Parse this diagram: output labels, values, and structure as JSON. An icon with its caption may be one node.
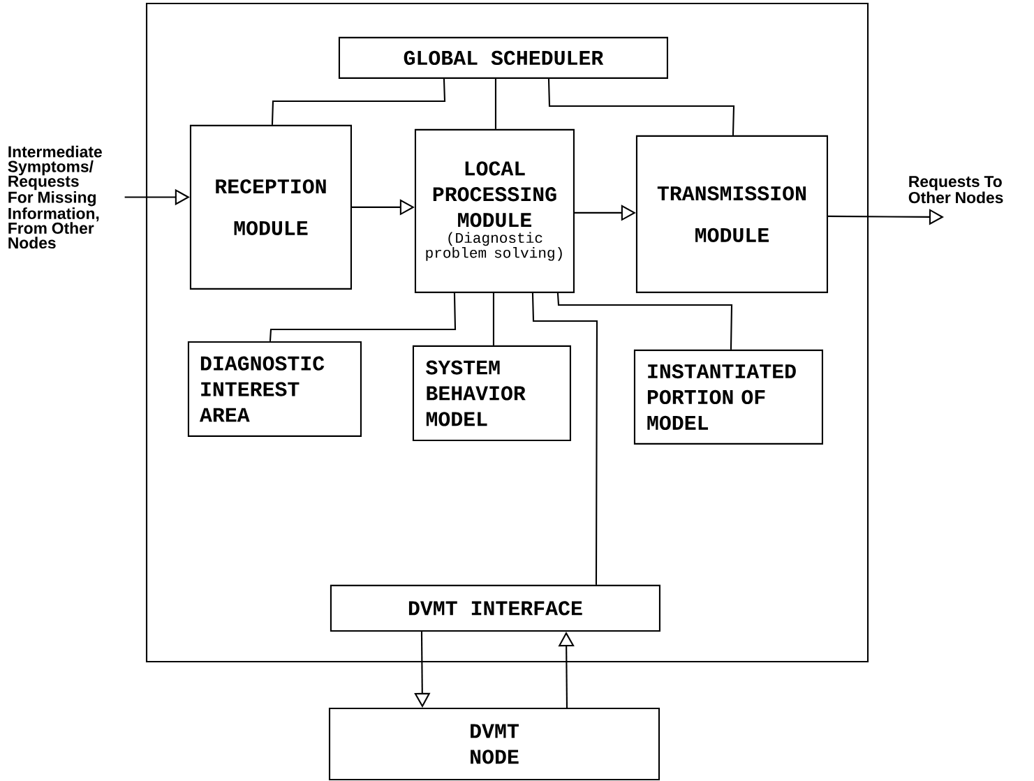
{
  "diagram": {
    "nodes": [
      {
        "text": [],
        "shape": "box"
      },
      {
        "text": [
          "GLOBAL SCHEDULER"
        ],
        "in": 0
      },
      {
        "text": [
          "RECEPTION MODULE"
        ],
        "in": 0
      },
      {
        "text": [
          "LOCAL PROCESSING MODULE",
          "(Diagnostic problem solving)"
        ],
        "in": 0
      },
      {
        "text": [
          "TRANSMISSION MODULE"
        ],
        "in": 0
      },
      {
        "text": [
          "DIAGNOSTIC INTEREST AREA"
        ],
        "in": 0
      },
      {
        "text": [
          "SYSTEM BEHAVIOR MODEL"
        ],
        "in": 0
      },
      {
        "text": [
          "INSTANTIATED PORTION OF MODEL"
        ],
        "in": 0
      },
      {
        "text": [
          "DVMT INTERFACE"
        ],
        "in": 0
      },
      {
        "text": [
          "DVMT NODE"
        ]
      },
      {
        "text": [
          "Intermediate Symptoms/ Requests For Missing Information, From Other Nodes"
        ]
      },
      {
        "text": [
          "Requests To Other Nodes"
        ]
      }
    ],
    "edges": [
      {
        "from": 10,
        "to": 2,
        "arrow": "to"
      },
      {
        "from": 2,
        "to": 3,
        "arrow": "to"
      },
      {
        "from": 3,
        "to": 4,
        "arrow": "to"
      },
      {
        "from": 4,
        "to": 11,
        "arrow": "to"
      },
      {
        "from": 1,
        "to": 2,
        "arrow": "none"
      },
      {
        "from": 1,
        "to": 3,
        "arrow": "none"
      },
      {
        "from": 1,
        "to": 4,
        "arrow": "none"
      },
      {
        "from": 3,
        "to": 5,
        "arrow": "none"
      },
      {
        "from": 3,
        "to": 6,
        "arrow": "none"
      },
      {
        "from": 3,
        "to": 7,
        "arrow": "none"
      },
      {
        "from": 3,
        "to": 8,
        "arrow": "none"
      },
      {
        "from": 8,
        "to": 9,
        "arrow": "to"
      },
      {
        "from": 9,
        "to": 8,
        "arrow": "to"
      }
    ]
  }
}
